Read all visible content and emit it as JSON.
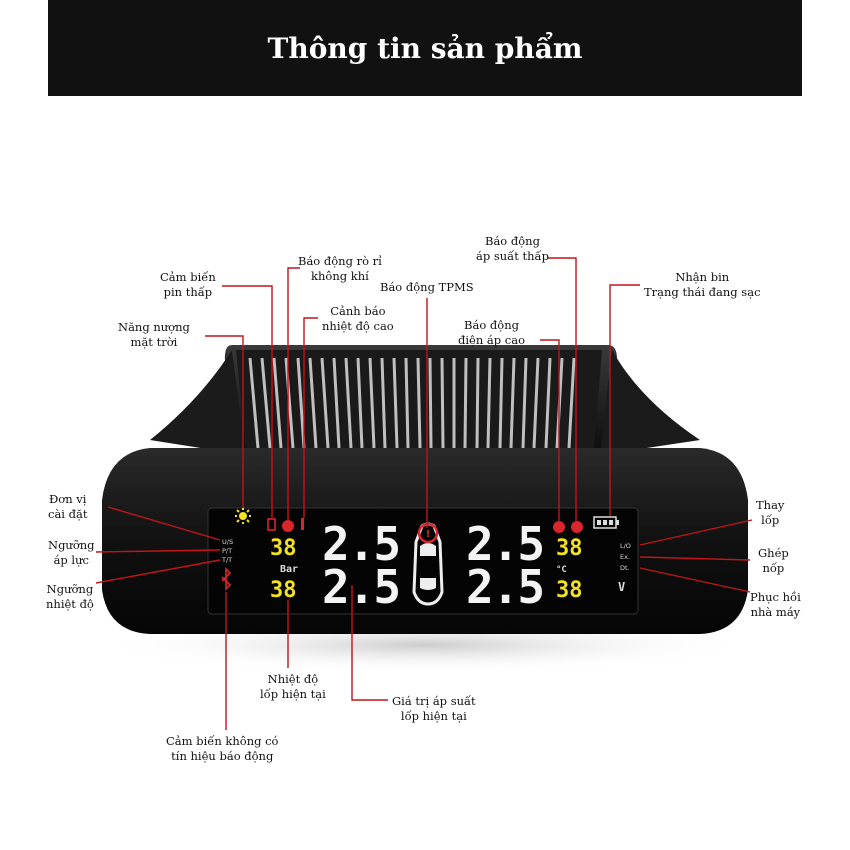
{
  "banner": {
    "title": "Thông tin sản phẩm"
  },
  "labels": {
    "cam_bien_pin": [
      "Cảm biến",
      "pin thấp"
    ],
    "bao_dong_ro_ri": [
      "Báo động rò rỉ",
      "không khí"
    ],
    "canh_bao_nhiet": [
      "Cảnh báo",
      "nhiệt độ cao"
    ],
    "bao_dong_tpms": [
      "Báo động TPMS"
    ],
    "bao_dong_ap_suat": [
      "Báo động",
      "áp suất thấp"
    ],
    "bao_dong_dien_ap": [
      "Báo động",
      "điện áp cao"
    ],
    "nhan_bin": [
      "Nhận bin",
      "Trạng thái đang sạc"
    ],
    "nang_luong": [
      "Năng nượng",
      "mặt trời"
    ],
    "don_vi": [
      "Đơn vị",
      "cài đặt"
    ],
    "nguong_ap": [
      "Ngưỡng",
      "áp lực"
    ],
    "nguong_nhiet": [
      "Ngưỡng",
      "nhiệt độ"
    ],
    "thay_lop": [
      "Thay",
      "lốp"
    ],
    "ghep_nop": [
      "Ghép",
      "nốp"
    ],
    "phuc_hoi": [
      "Phục hồi",
      "nhà máy"
    ],
    "nhiet_do_lop": [
      "Nhiệt độ",
      "lốp hiện tại"
    ],
    "gia_tri_ap": [
      "Giá trị áp suất",
      "lốp hiện tại"
    ],
    "cam_bien_khong": [
      "Cảm biến không có",
      "tín hiệu báo động"
    ]
  },
  "screen": {
    "pressure_values": [
      "2.5",
      "2.5",
      "2.5",
      "2.5"
    ],
    "temp_values": [
      "38",
      "38",
      "38",
      "38"
    ],
    "unit_bar": "Bar",
    "unit_c": "°C",
    "unit_v": "V",
    "left_modes": [
      "U/S",
      "P/T",
      "T/T"
    ],
    "right_modes": [
      "L/O",
      "Ex.",
      "Dt."
    ]
  },
  "colors": {
    "leader": "#c0151b",
    "segment_yellow": "#f3e21d",
    "alert_red": "#d8262c"
  }
}
